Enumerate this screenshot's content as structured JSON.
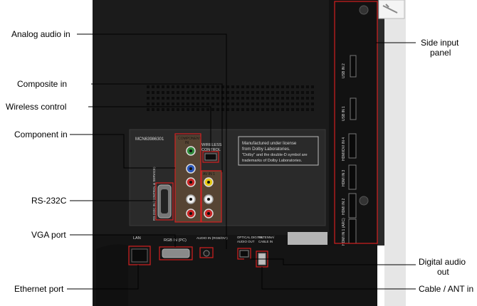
{
  "callouts": {
    "analog_audio_in": "Analog audio in",
    "composite_in": "Composite in",
    "wireless_control": "Wireless control",
    "component_in": "Component in",
    "rs232c": "RS-232C",
    "vga_port": "VGA port",
    "ethernet_port": "Ethernet port",
    "side_input_panel_line1": "Side input",
    "side_input_panel_line2": "panel",
    "digital_audio_out_line1": "Digital audio",
    "digital_audio_out_line2": "out",
    "cable_ant_in": "Cable / ANT in"
  },
  "panel_labels": {
    "model": "MCN63986301",
    "component_header": "COMPONENT",
    "component_in": "IN",
    "wireless_line1": "WIRELESS",
    "wireless_line2": "CONTROL",
    "video": "VIDEO",
    "av_in": "AV IN 1",
    "rs232c_port": "RS-232C IN (CONTROL & SERVICE)",
    "lan": "LAN",
    "rgb_in": "RGB IN (PC)",
    "audio_in": "AUDIO IN (RGB/DVI)",
    "optical_line1": "OPTICAL DIGITAL",
    "optical_line2": "AUDIO OUT",
    "antenna_line1": "ANTENNA/",
    "antenna_line2": "CABLE IN",
    "dolby_line1": "Manufactured under license",
    "dolby_line2": "from Dolby Laboratories.",
    "dolby_line3": "\"Dolby\" and the double-D symbol are",
    "dolby_line4": "trademarks of Dolby Laboratories.",
    "usb_in_2": "USB IN 2",
    "usb_in_1": "USB IN 1",
    "hdmi_in_4": "HDMI/DVI IN 4",
    "hdmi_in_3": "HDMI IN 3",
    "hdmi_in_2": "HDMI IN 2",
    "hdmi_in_1": "HDMI IN 1 (ARC)"
  },
  "colors": {
    "callout_line": "#000000",
    "highlight": "#d42020",
    "tv_back": "#1c1c1c"
  }
}
